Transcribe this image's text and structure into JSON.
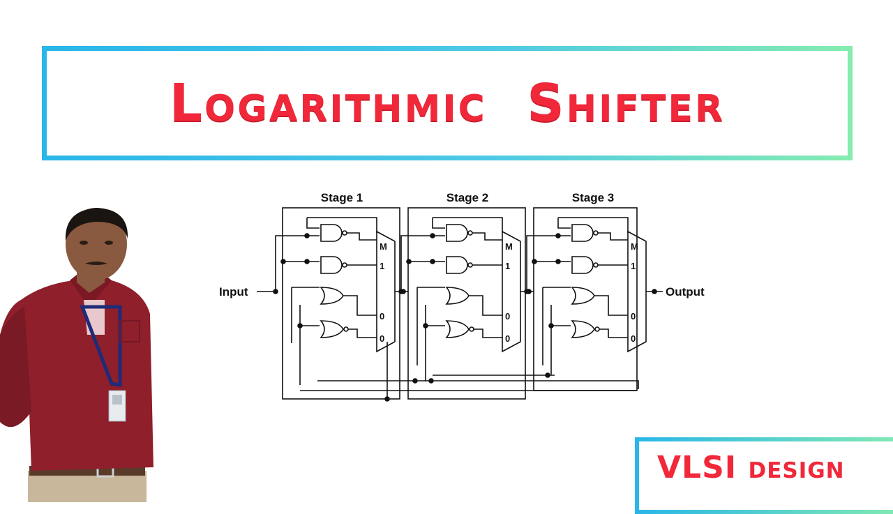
{
  "title": "Logarithmic  Shifter",
  "badge": "VLSI design",
  "diagram": {
    "stages": [
      {
        "label": "Stage 1"
      },
      {
        "label": "Stage 2"
      },
      {
        "label": "Stage 3"
      }
    ],
    "input_label": "Input",
    "output_label": "Output",
    "mux_labels": [
      "M",
      "1",
      "0",
      "0"
    ]
  },
  "colors": {
    "title": "#f0283a",
    "frame_start": "#29b6e8",
    "frame_end": "#86ecb0",
    "shirt": "#8e1f2b",
    "lanyard": "#1f2b78"
  }
}
